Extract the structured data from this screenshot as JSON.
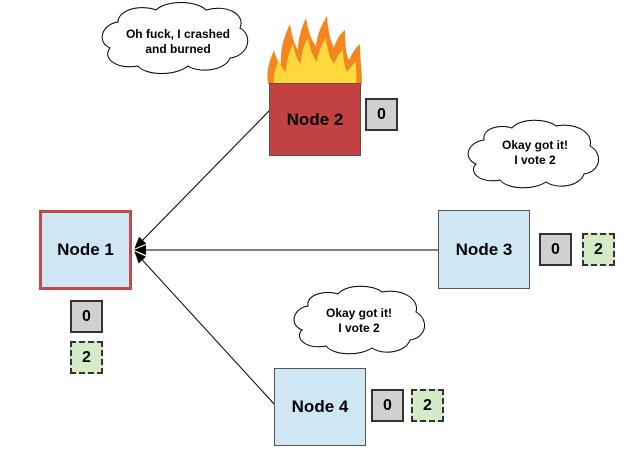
{
  "nodes": {
    "node1": {
      "label": "Node 1",
      "term": "0",
      "vote": "2"
    },
    "node2": {
      "label": "Node 2",
      "term": "0"
    },
    "node3": {
      "label": "Node 3",
      "term": "0",
      "vote": "2"
    },
    "node4": {
      "label": "Node 4",
      "term": "0",
      "vote": "2"
    }
  },
  "bubbles": {
    "node2": {
      "line1": "Oh fuck, I crashed",
      "line2": "and burned"
    },
    "node3": {
      "line1": "Okay got it!",
      "line2": "I vote 2"
    },
    "node4": {
      "line1": "Okay got it!",
      "line2": "I vote 2"
    }
  },
  "colors": {
    "node_blue": "#cfe6f5",
    "node_crashed": "#c24141",
    "node1_border": "#c24949",
    "term_box": "#d0d0d0",
    "vote_box": "#d5ebc8",
    "fire_outer": "#f5851f",
    "fire_inner": "#ffd93b"
  }
}
